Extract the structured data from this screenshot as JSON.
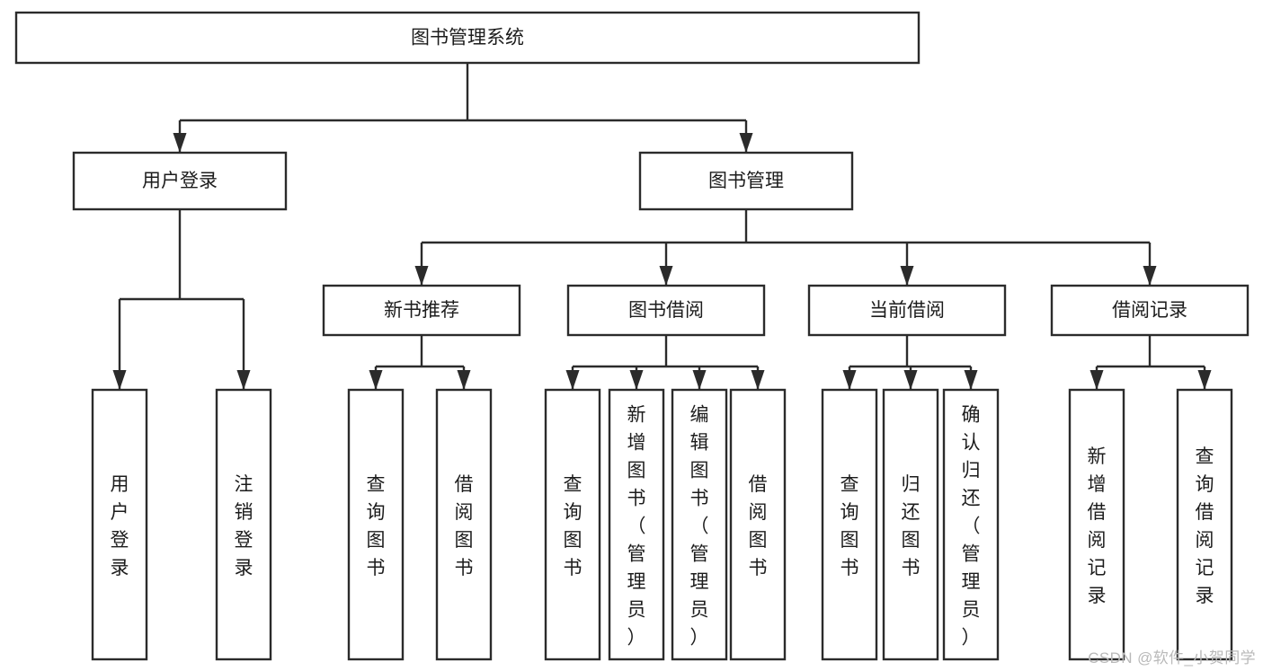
{
  "diagram": {
    "title": "图书管理系统",
    "type": "tree-hierarchy-diagram",
    "colors": {
      "stroke": "#2b2b2b",
      "box_fill": "#ffffff",
      "text": "#1c1c1c",
      "background": "#ffffff",
      "watermark": "#b9b9b9"
    },
    "nodes": {
      "root": {
        "label": "图书管理系统",
        "level": 1
      },
      "user_login": {
        "label": "用户登录",
        "level": 2
      },
      "book_manage": {
        "label": "图书管理",
        "level": 2
      },
      "new_book_recommend": {
        "label": "新书推荐",
        "level": 3
      },
      "book_borrow": {
        "label": "图书借阅",
        "level": 3
      },
      "current_borrow": {
        "label": "当前借阅",
        "level": 3
      },
      "borrow_record": {
        "label": "借阅记录",
        "level": 3
      },
      "leaf_user_login": {
        "label": "用户登录",
        "level": 3
      },
      "leaf_logout": {
        "label": "注销登录",
        "level": 3
      },
      "leaf_query_book_1": {
        "label": "查询图书",
        "level": 4
      },
      "leaf_borrow_book_1": {
        "label": "借阅图书",
        "level": 4
      },
      "leaf_query_book_2": {
        "label": "查询图书",
        "level": 4
      },
      "leaf_add_book": {
        "label": "新增图书（管理员）",
        "level": 4
      },
      "leaf_edit_book": {
        "label": "编辑图书（管理员）",
        "level": 4
      },
      "leaf_borrow_book_2": {
        "label": "借阅图书",
        "level": 4
      },
      "leaf_query_book_3": {
        "label": "查询图书",
        "level": 4
      },
      "leaf_return_book": {
        "label": "归还图书",
        "level": 4
      },
      "leaf_confirm_return": {
        "label": "确认归还（管理员）",
        "level": 4
      },
      "leaf_add_record": {
        "label": "新增借阅记录",
        "level": 4
      },
      "leaf_query_record": {
        "label": "查询借阅记录",
        "level": 4
      }
    },
    "edges": [
      {
        "from": "root",
        "to": "user_login"
      },
      {
        "from": "root",
        "to": "book_manage"
      },
      {
        "from": "user_login",
        "to": "leaf_user_login"
      },
      {
        "from": "user_login",
        "to": "leaf_logout"
      },
      {
        "from": "book_manage",
        "to": "new_book_recommend"
      },
      {
        "from": "book_manage",
        "to": "book_borrow"
      },
      {
        "from": "book_manage",
        "to": "current_borrow"
      },
      {
        "from": "book_manage",
        "to": "borrow_record"
      },
      {
        "from": "new_book_recommend",
        "to": "leaf_query_book_1"
      },
      {
        "from": "new_book_recommend",
        "to": "leaf_borrow_book_1"
      },
      {
        "from": "book_borrow",
        "to": "leaf_query_book_2"
      },
      {
        "from": "book_borrow",
        "to": "leaf_add_book"
      },
      {
        "from": "book_borrow",
        "to": "leaf_edit_book"
      },
      {
        "from": "book_borrow",
        "to": "leaf_borrow_book_2"
      },
      {
        "from": "current_borrow",
        "to": "leaf_query_book_3"
      },
      {
        "from": "current_borrow",
        "to": "leaf_return_book"
      },
      {
        "from": "current_borrow",
        "to": "leaf_confirm_return"
      },
      {
        "from": "borrow_record",
        "to": "leaf_add_record"
      },
      {
        "from": "borrow_record",
        "to": "leaf_query_record"
      }
    ]
  },
  "watermark": {
    "text": "CSDN @软件_小贺同学"
  }
}
